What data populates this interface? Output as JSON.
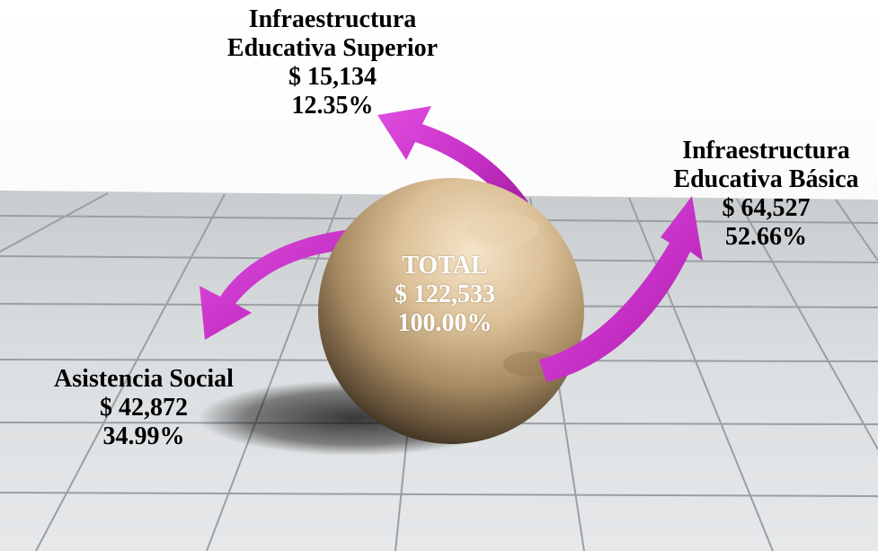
{
  "colors": {
    "arrow": "#cc33cc",
    "sphere_light": "#f0dcc0",
    "sphere_dark": "#2a2116",
    "floor": "#dde0e2",
    "grid": "#9a9fa3"
  },
  "center": {
    "title": "TOTAL",
    "amount": "$ 122,533",
    "percent": "100.00%"
  },
  "items": [
    {
      "line1": "Infraestructura",
      "line2": "Educativa Superior",
      "amount": "$ 15,134",
      "percent": "12.35%"
    },
    {
      "line1": "Infraestructura",
      "line2": "Educativa Básica",
      "amount": "$ 64,527",
      "percent": "52.66%"
    },
    {
      "line1": "Asistencia Social",
      "amount": "$ 42,872",
      "percent": "34.99%"
    }
  ]
}
